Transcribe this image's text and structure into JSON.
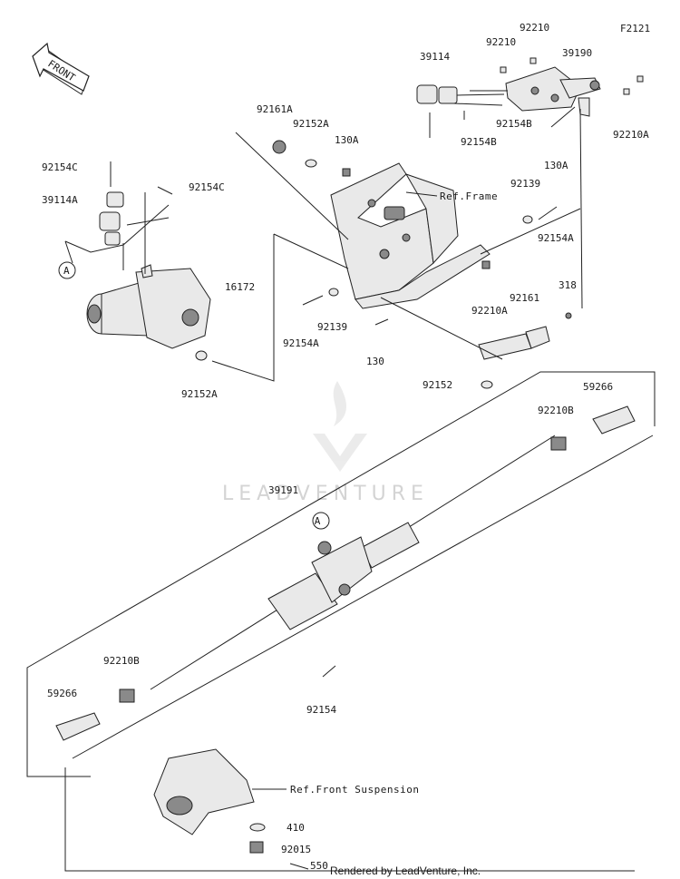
{
  "diagram_code": "F2121",
  "direction_label": "FRONT",
  "watermark": "LEADVENTURE",
  "footer": "Rendered by LeadVenture, Inc.",
  "callout_marker": "A",
  "refs": {
    "frame": "Ref.Frame",
    "front_suspension": "Ref.Front Suspension"
  },
  "parts": {
    "p92210_top": "92210",
    "p92210_top2": "92210",
    "p39114": "39114",
    "p39190": "39190",
    "p92154B_a": "92154B",
    "p92154B_b": "92154B",
    "p92210A_right": "92210A",
    "p130A_right": "130A",
    "p92161A": "92161A",
    "p92152A_top": "92152A",
    "p130A_mid": "130A",
    "p92154C_a": "92154C",
    "p92154C_b": "92154C",
    "p39114A": "39114A",
    "p16172": "16172",
    "p92152A_low": "92152A",
    "p92139_right": "92139",
    "p92154A_right": "92154A",
    "p92210A_mid": "92210A",
    "p92161": "92161",
    "p318": "318",
    "p92139_left": "92139",
    "p92154A_left": "92154A",
    "p130": "130",
    "p92152": "92152",
    "p59266_right": "59266",
    "p92210B_right": "92210B",
    "p39191": "39191",
    "p92210B_left": "92210B",
    "p59266_left": "59266",
    "p92154": "92154",
    "p410": "410",
    "p92015": "92015",
    "p550": "550"
  }
}
